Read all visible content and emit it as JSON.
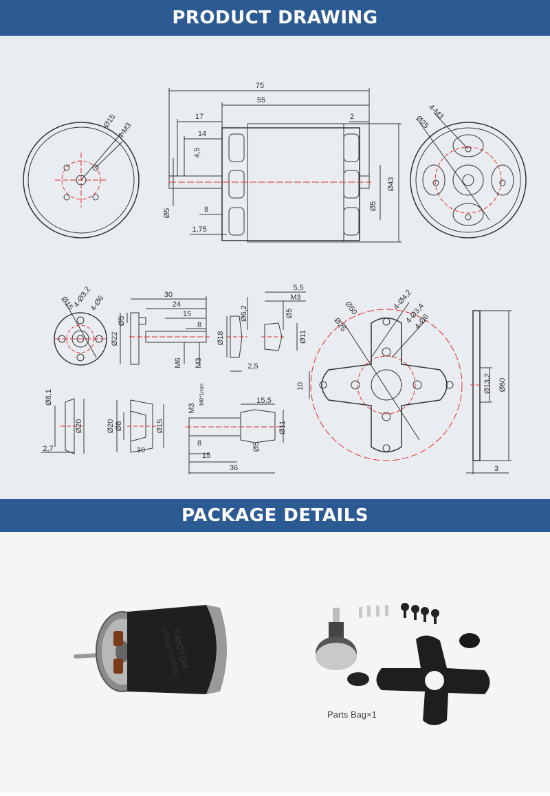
{
  "sections": {
    "drawing_title": "PRODUCT DRAWING",
    "package_title": "PACKAGE DETAILS"
  },
  "colors": {
    "band": "#2c5b94",
    "drawing_bg": "#e9ecf0",
    "line": "#333333",
    "centerline": "#e03030"
  },
  "dims": {
    "side_overall": "75",
    "side_body": "55",
    "side_17": "17",
    "side_14": "14",
    "side_45": "4,5",
    "side_2": "2",
    "side_d43": "Ø43",
    "side_d5_left": "Ø5",
    "side_8": "8",
    "side_175": "1,75",
    "side_d5_right": "Ø5",
    "front_d15": "Ø15",
    "front_4m3": "4-M3",
    "rear_4m3": "4-M3",
    "rear_d25": "Ø25",
    "hub_d32": "4-Ø3,2",
    "hub_d15": "Ø15",
    "hub_d6": "4-Ø6",
    "shaft_30": "30",
    "shaft_24": "24",
    "shaft_15": "15",
    "shaft_8": "8",
    "shaft_d5": "Ø5",
    "shaft_d22": "Ø22",
    "shaft_m6": "M6",
    "shaft_m3": "M3",
    "washer_d62": "Ø6,2",
    "washer_d18": "Ø18",
    "washer_25": "2,5",
    "nut_55": "5,5",
    "nut_m3": "M3",
    "nut_d5": "Ø5",
    "nut_d11": "Ø11",
    "mount_d42": "4-Ø4,2",
    "mount_d50": "Ø50",
    "mount_d34": "4-Ø3,4",
    "mount_d6": "4-Ø6",
    "mount_d25": "Ø25",
    "mount_10": "10",
    "plate_d132": "Ø13,2",
    "plate_d60": "Ø60",
    "plate_3": "3",
    "cone_d81": "Ø8,1",
    "cone_d20": "Ø20",
    "cone_27": "2,7",
    "collet_d20": "Ø20",
    "collet_d8": "Ø8",
    "collet_d15": "Ø15",
    "collet_10": "10",
    "adapter_m3": "M3",
    "adapter_m8": "M8*1mm",
    "adapter_155": "15,5",
    "adapter_8": "8",
    "adapter_15": "15",
    "adapter_36": "36",
    "adapter_d11": "Ø11",
    "adapter_d5": "Ø5"
  },
  "package": {
    "motor_brand": "T-MOTOR",
    "motor_model": "AT3530 KV580",
    "caption": "Parts Bag×1"
  }
}
